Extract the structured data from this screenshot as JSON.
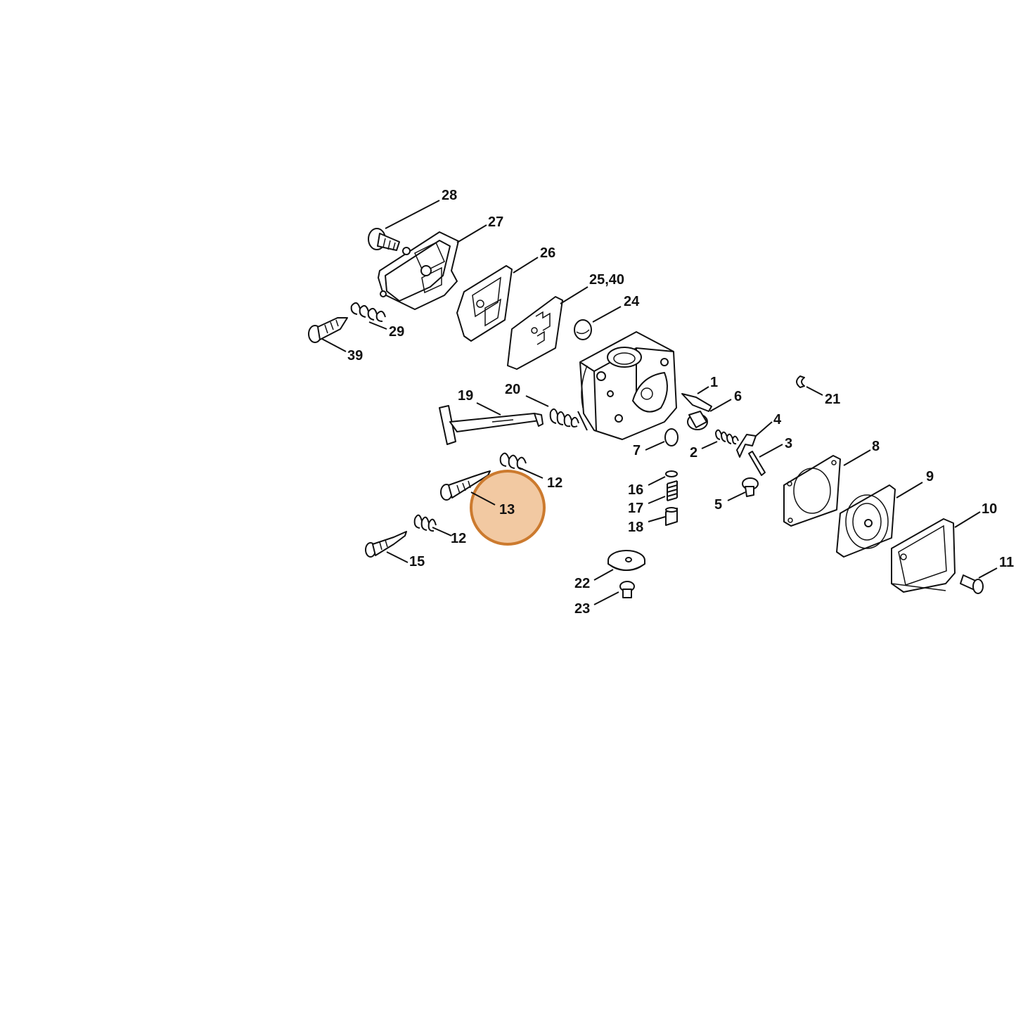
{
  "colors": {
    "line": "#111111",
    "background": "#ffffff",
    "highlight_fill": "#f2c9a2",
    "highlight_stroke": "#cc7a2e"
  },
  "highlighted_callout": "13",
  "callouts": {
    "c28": "28",
    "c27": "27",
    "c26": "26",
    "c25_40": "25,40",
    "c24": "24",
    "c29": "29",
    "c39": "39",
    "c19": "19",
    "c20": "20",
    "c1": "1",
    "c6": "6",
    "c21": "21",
    "c4": "4",
    "c3": "3",
    "c7": "7",
    "c2": "2",
    "c8": "8",
    "c12a": "12",
    "c13": "13",
    "c16": "16",
    "c17": "17",
    "c18": "18",
    "c5": "5",
    "c9": "9",
    "c10": "10",
    "c12b": "12",
    "c15": "15",
    "c22": "22",
    "c23": "23",
    "c11": "11"
  }
}
